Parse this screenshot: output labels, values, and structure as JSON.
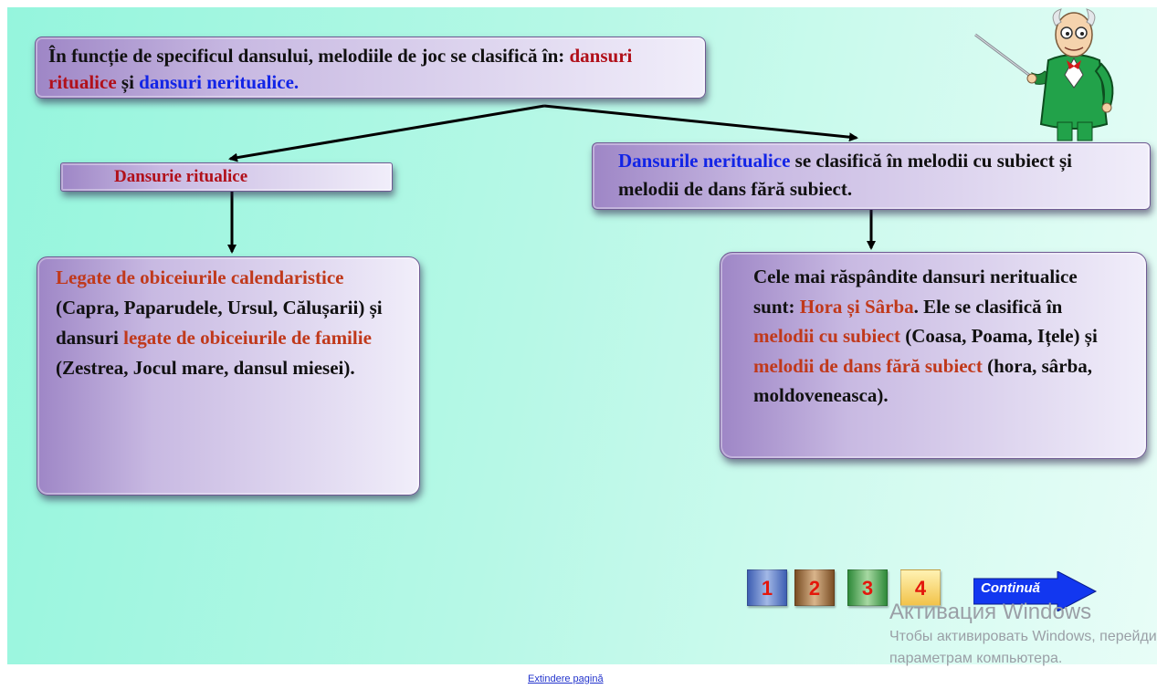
{
  "top_box": {
    "part1": "În funcție de specificul dansului, melodiile de joc se clasifică în: ",
    "ritual": "dansuri ritualice",
    "and": " și ",
    "nonritual": "dansuri neritualice",
    "end": "."
  },
  "ritual_box": {
    "label": "Dansurie ritualice"
  },
  "nonritual_box": {
    "highlight": "Dansurile neritualice",
    "rest": " se clasifică în melodii cu subiect și melodii de dans fără subiect."
  },
  "left_box": {
    "h1": "Legate de obiceiurile calendaristice",
    "t1": " (Capra, Paparudele, Ursul, Călușarii) și dansuri ",
    "h2": "legate de obiceiurile de familie",
    "t2": " (Zestrea, Jocul mare, dansul miesei)."
  },
  "right_box": {
    "t1": "Cele mai răspândite dansuri neritualice sunt: ",
    "h1": "Hora și Sârba",
    "t2": ". Ele se clasifică în ",
    "h2": "melodii cu subiect",
    "t3": " (Coasa, Poama, Ițele) și ",
    "h3": "melodii de dans fără subiect",
    "t4": " (hora, sârba, moldoveneasca)."
  },
  "nav": {
    "pages": [
      "1",
      "2",
      "3",
      "4"
    ],
    "continue_label": "Continuă"
  },
  "watermark": {
    "title": "Активация Windows",
    "line1": "Чтобы активировать Windows, перейдите к",
    "line2": "параметрам компьютера."
  },
  "footer": {
    "expand_link": "Extindere pagină"
  },
  "colors": {
    "ritual_red": "#b1101a",
    "nonritual_blue": "#1224e6",
    "highlight_orange": "#c0391b",
    "box_purple": "#9e86c6",
    "background_mint": "#95f5dd"
  },
  "icons": [
    "teacher-pointer-character",
    "arrow-right-icon"
  ]
}
